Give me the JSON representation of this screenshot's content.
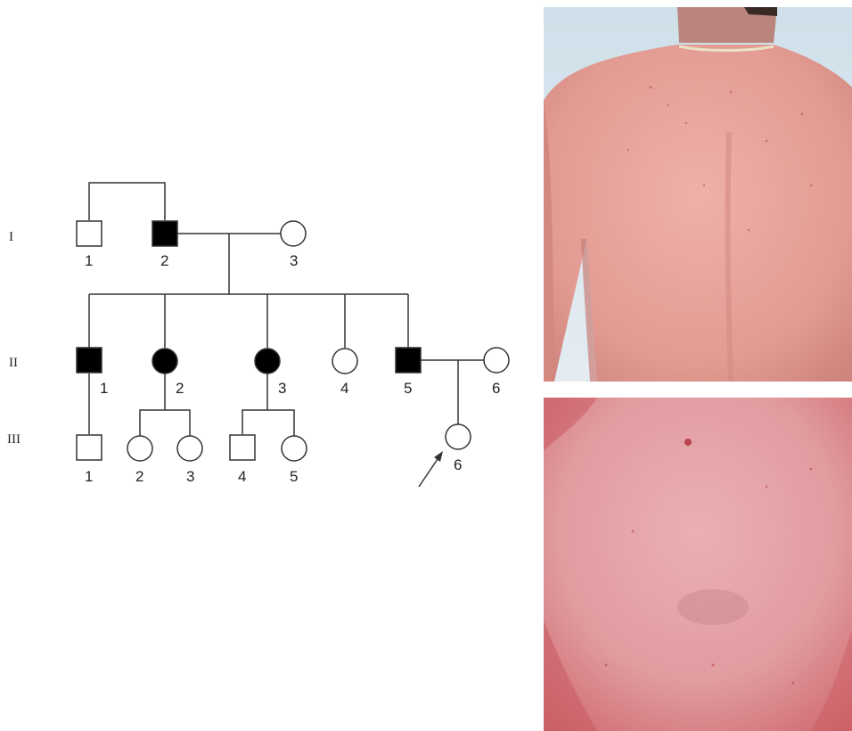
{
  "pedigree": {
    "generation_labels": [
      "I",
      "II",
      "III"
    ],
    "individuals": [
      {
        "id": "I-1",
        "sex": "male",
        "affected": false,
        "label": "1"
      },
      {
        "id": "I-2",
        "sex": "male",
        "affected": true,
        "label": "2"
      },
      {
        "id": "I-3",
        "sex": "female",
        "affected": false,
        "label": "3"
      },
      {
        "id": "II-1",
        "sex": "male",
        "affected": true,
        "label": "1"
      },
      {
        "id": "II-2",
        "sex": "female",
        "affected": true,
        "label": "2"
      },
      {
        "id": "II-3",
        "sex": "female",
        "affected": true,
        "label": "3"
      },
      {
        "id": "II-4",
        "sex": "female",
        "affected": false,
        "label": "4"
      },
      {
        "id": "II-5",
        "sex": "male",
        "affected": true,
        "label": "5"
      },
      {
        "id": "II-6",
        "sex": "female",
        "affected": false,
        "label": "6"
      },
      {
        "id": "III-1",
        "sex": "male",
        "affected": false,
        "label": "1"
      },
      {
        "id": "III-2",
        "sex": "female",
        "affected": false,
        "label": "2"
      },
      {
        "id": "III-3",
        "sex": "female",
        "affected": false,
        "label": "3"
      },
      {
        "id": "III-4",
        "sex": "male",
        "affected": false,
        "label": "4"
      },
      {
        "id": "III-5",
        "sex": "female",
        "affected": false,
        "label": "5"
      },
      {
        "id": "III-6",
        "sex": "female",
        "affected": false,
        "label": "6",
        "proband": true
      }
    ],
    "colors": {
      "affected": "#000000",
      "line": "#333333"
    }
  },
  "photos": {
    "back": "back-photo",
    "closeup": "skin-closeup-photo",
    "colors": {
      "skin": "#e8a49c",
      "background": "#dde6ec"
    }
  }
}
